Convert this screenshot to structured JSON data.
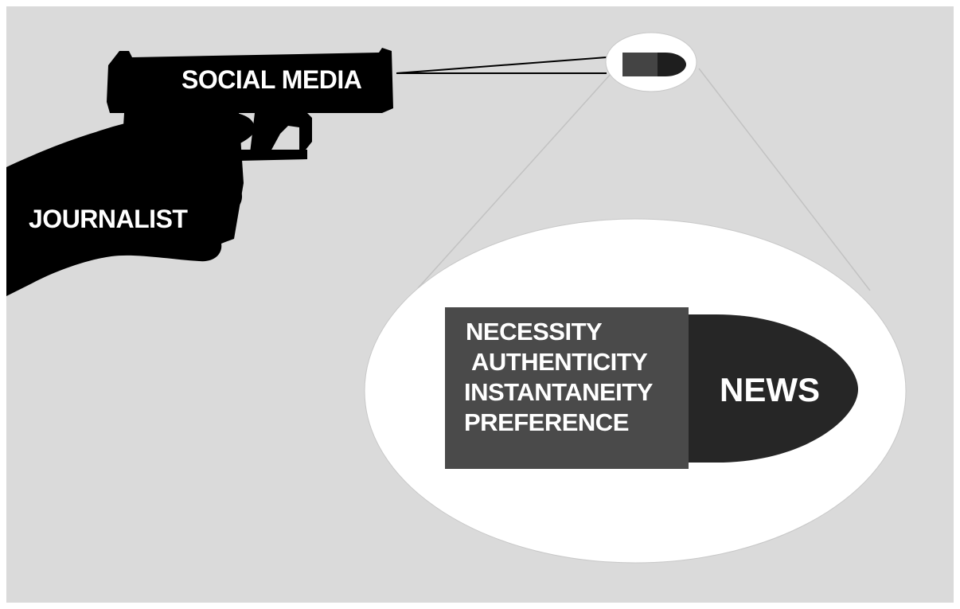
{
  "diagram": {
    "gun_label": "SOCIAL MEDIA",
    "hand_label": "JOURNALIST",
    "bullet_casing_lines": [
      "NECESSITY",
      "AUTHENTICITY",
      "INSTANTANEITY",
      "PREFERENCE"
    ],
    "bullet_tip_label": "NEWS"
  },
  "colors": {
    "background": "#dadada",
    "silhouette": "#000000",
    "casing": "#4a4a4a",
    "tip": "#262626",
    "zoom_ellipse": "#ffffff",
    "label_text": "#ffffff"
  }
}
